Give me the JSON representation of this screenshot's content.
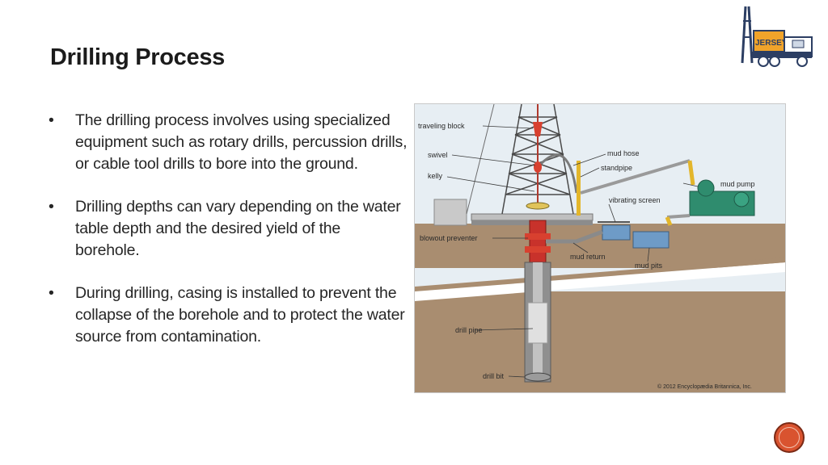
{
  "slide": {
    "title": "Drilling Process",
    "bullet_glyph": "•",
    "bullets": [
      "The drilling process involves using specialized equipment such as rotary drills, percussion drills, or cable tool drills to bore into the ground.",
      "Drilling depths can vary depending on the water table depth and the desired yield of the borehole.",
      "During drilling, casing is installed to prevent the collapse of the borehole and to protect the water source from contamination."
    ]
  },
  "diagram": {
    "labels": {
      "traveling_block": "traveling block",
      "swivel": "swivel",
      "kelly": "kelly",
      "mud_hose": "mud hose",
      "standpipe": "standpipe",
      "mud_pump": "mud pump",
      "vibrating_screen": "vibrating screen",
      "blowout_preventer": "blowout preventer",
      "mud_return": "mud return",
      "mud_pits": "mud pits",
      "drill_pipe": "drill pipe",
      "drill_bit": "drill bit"
    },
    "copyright": "© 2012 Encyclopædia Britannica, Inc."
  },
  "logo": {
    "text": "JERSEY"
  },
  "colors": {
    "accent": "#d9532f",
    "soil": "#a98d70",
    "sky": "#e7eef3"
  }
}
